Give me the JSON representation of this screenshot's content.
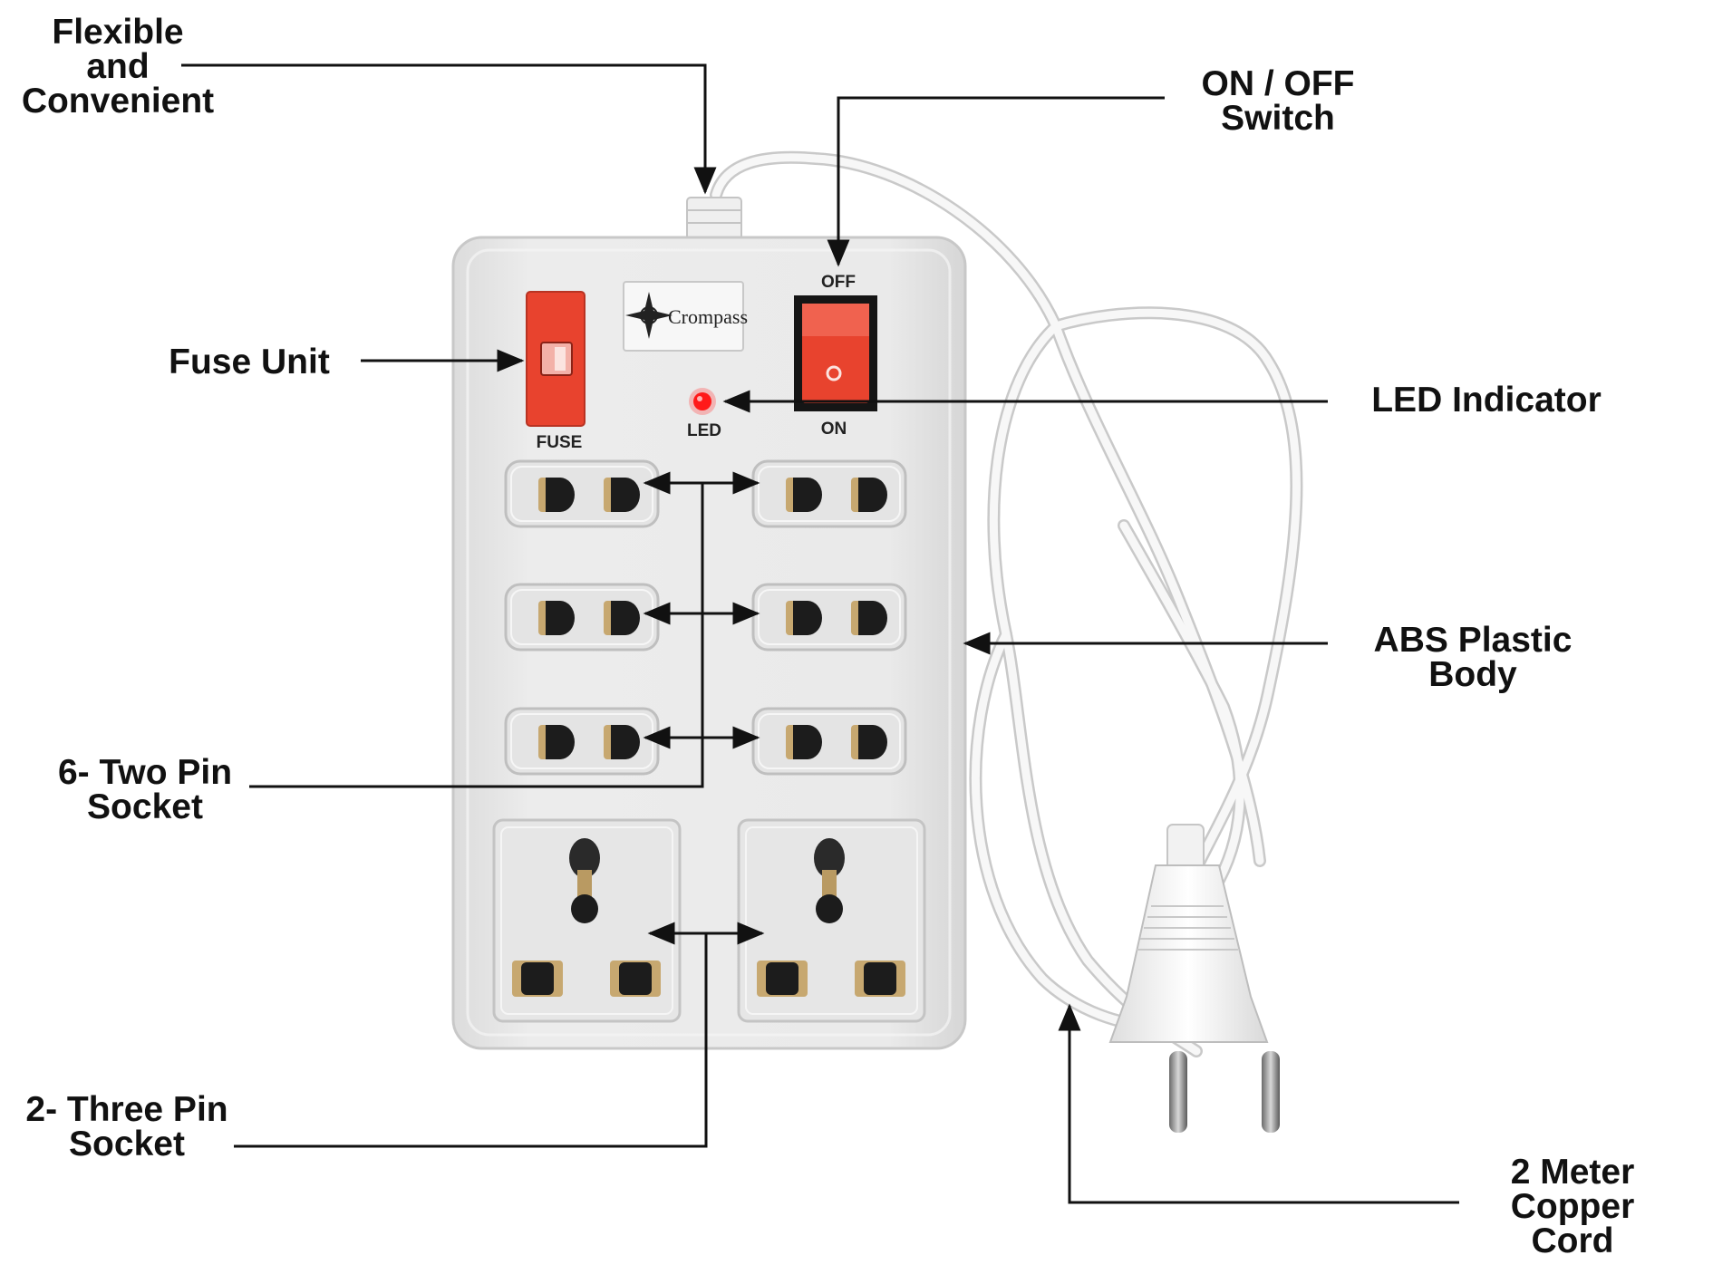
{
  "colors": {
    "background": "#ffffff",
    "body": "#e9e9e9",
    "body_edge": "#cfcfcf",
    "accent_red": "#e8432e",
    "led_red": "#ff1a1a",
    "socket_hole": "#1c1c1c",
    "leader_line": "#111111",
    "cord": "#f4f4f4"
  },
  "callouts": {
    "flexible": [
      "Flexible",
      "and",
      "Convenient"
    ],
    "switch": [
      "ON / OFF",
      "Switch"
    ],
    "fuse": [
      "Fuse Unit"
    ],
    "led": [
      "LED Indicator"
    ],
    "body": [
      "ABS Plastic",
      "Body"
    ],
    "two_pin": [
      "6- Two Pin",
      "Socket"
    ],
    "three_pin": [
      "2- Three Pin",
      "Socket"
    ],
    "cord": [
      "2 Meter",
      "Copper",
      "Cord"
    ]
  },
  "product": {
    "brand": "Crompass",
    "fuse_label": "FUSE",
    "led_label": "LED",
    "switch_off_label": "OFF",
    "switch_on_label": "ON",
    "switch_state": "on",
    "two_pin_socket_count": 6,
    "three_pin_socket_count": 2
  },
  "icons": [
    "compass-star-icon",
    "arrow-icon",
    "double-arrow-icon"
  ]
}
